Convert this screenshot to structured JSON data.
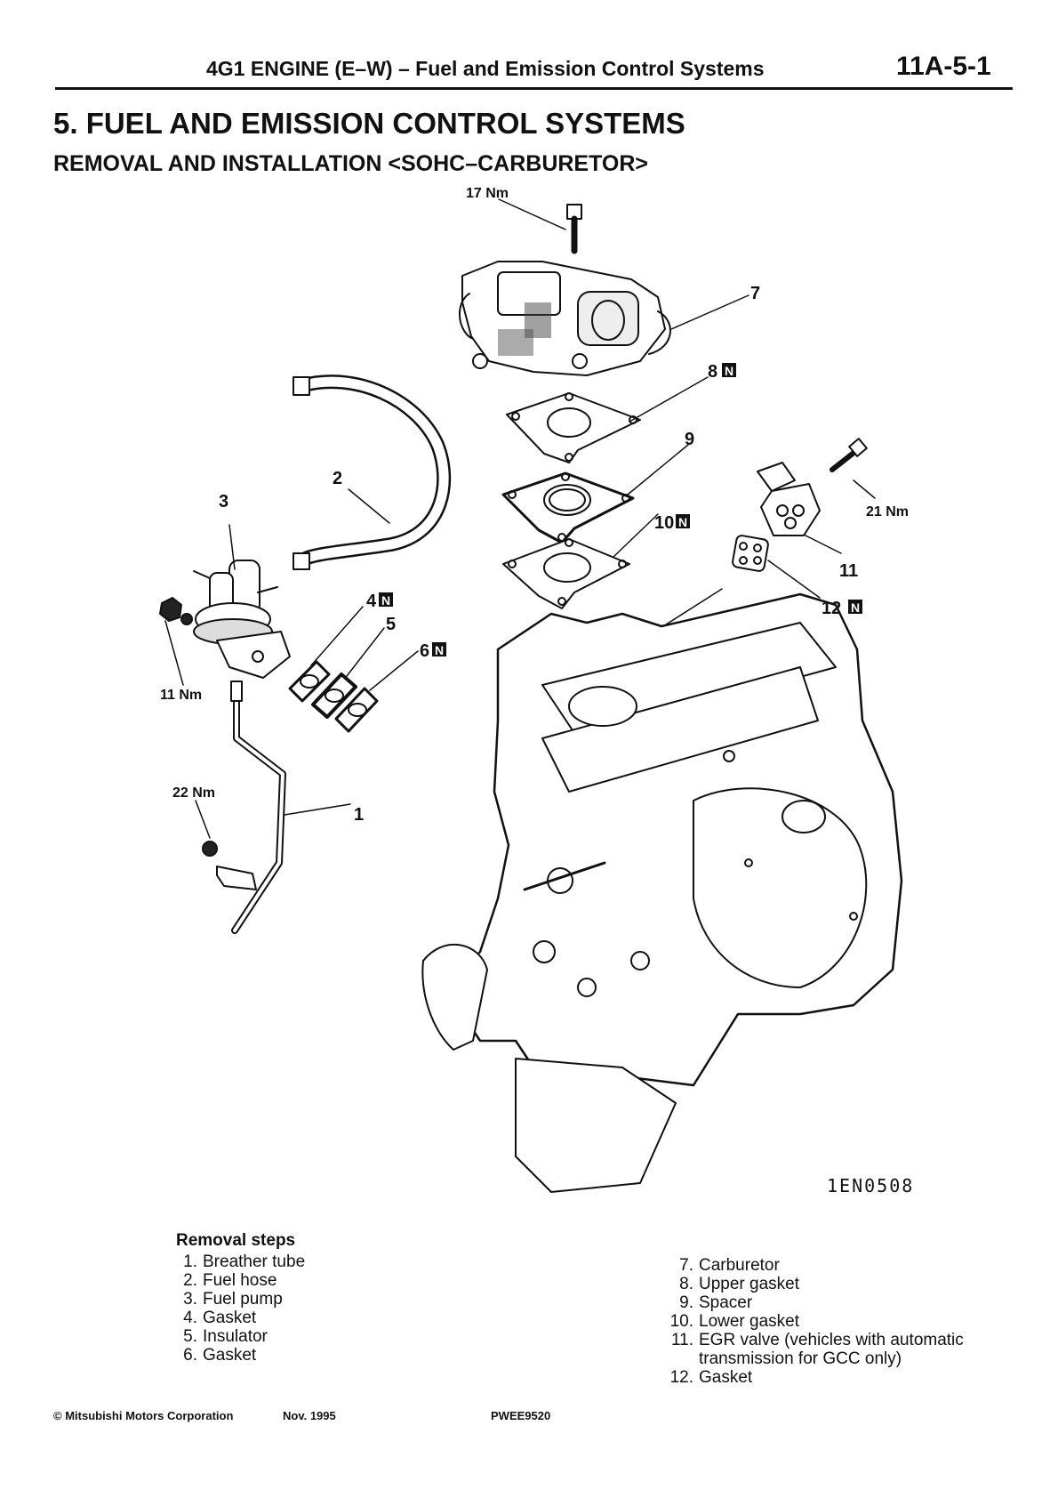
{
  "header": {
    "title": "4G1 ENGINE (E–W) – Fuel and Emission Control Systems",
    "page_number": "11A-5-1"
  },
  "section_title": "5. FUEL AND EMISSION CONTROL SYSTEMS",
  "subtitle": "REMOVAL AND INSTALLATION <SOHC–CARBURETOR>",
  "diagram": {
    "torque_labels": {
      "carb_bolt": "17 Nm",
      "egr_bolt": "21 Nm",
      "pump_nut": "11 Nm",
      "tube_bolt": "22 Nm"
    },
    "callouts": {
      "c1": "1",
      "c2": "2",
      "c3": "3",
      "c4": "4",
      "c5": "5",
      "c6": "6",
      "c7": "7",
      "c8": "8",
      "c9": "9",
      "c10": "10",
      "c11": "11",
      "c12": "12"
    },
    "new_part_mark": "N",
    "figure_code": "1EN0508"
  },
  "removal_steps": {
    "title": "Removal steps",
    "left": [
      {
        "num": "1.",
        "text": "Breather tube"
      },
      {
        "num": "2.",
        "text": "Fuel hose"
      },
      {
        "num": "3.",
        "text": "Fuel pump"
      },
      {
        "num": "4.",
        "text": "Gasket"
      },
      {
        "num": "5.",
        "text": "Insulator"
      },
      {
        "num": "6.",
        "text": "Gasket"
      }
    ],
    "right": [
      {
        "num": "7.",
        "text": "Carburetor"
      },
      {
        "num": "8.",
        "text": "Upper gasket"
      },
      {
        "num": "9.",
        "text": "Spacer"
      },
      {
        "num": "10.",
        "text": "Lower gasket"
      },
      {
        "num": "11.",
        "text": "EGR valve (vehicles with automatic transmission for GCC only)"
      },
      {
        "num": "12.",
        "text": "Gasket"
      }
    ]
  },
  "footer": {
    "copyright": "© Mitsubishi Motors Corporation",
    "date": "Nov. 1995",
    "code": "PWEE9520"
  }
}
